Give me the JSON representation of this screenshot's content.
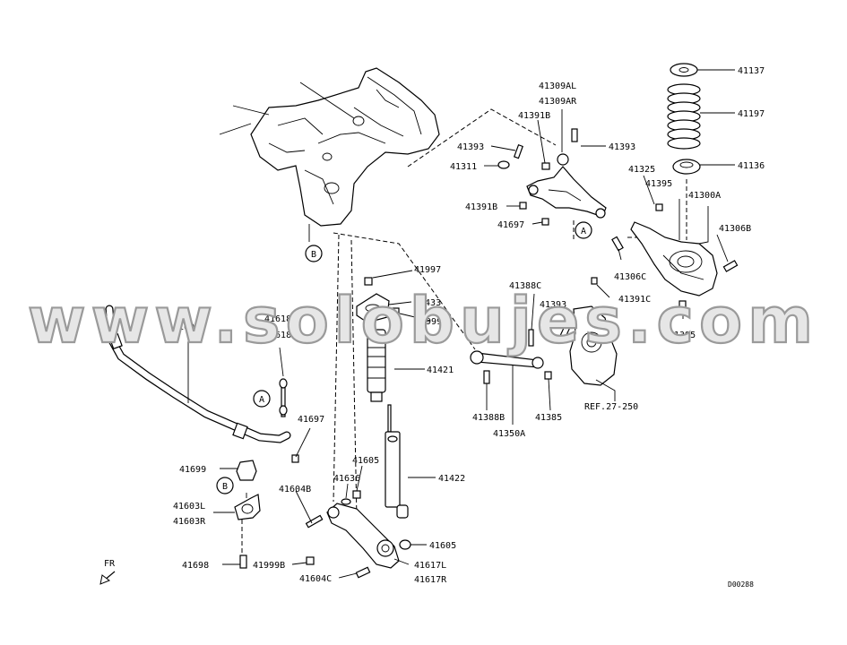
{
  "watermark": "www.solobujes.com",
  "diagram_code": "D00288",
  "front_marker": "FR",
  "markers": {
    "a": "A",
    "b": "B"
  },
  "reference": "REF.27-250",
  "parts": {
    "p41137": "41137",
    "p41197": "41197",
    "p41136": "41136",
    "p41309al": "41309AL",
    "p41309ar": "41309AR",
    "p41391b_top": "41391B",
    "p41393_left": "41393",
    "p41393_right": "41393",
    "p41311": "41311",
    "p41391b_mid": "41391B",
    "p41697_top": "41697",
    "p41325": "41325",
    "p41395_top": "41395",
    "p41300a": "41300A",
    "p41306b": "41306B",
    "p41306c": "41306C",
    "p41391c": "41391C",
    "p41395_bottom": "41395",
    "p41997": "41997",
    "p41433": "41433",
    "p41999c": "41999C",
    "p41388c": "41388C",
    "p41393_mid": "41393",
    "p41601": "41601",
    "p41618l": "41618L",
    "p41618r": "41618R",
    "p41421": "41421",
    "p41388b": "41388B",
    "p41385": "41385",
    "p41350a": "41350A",
    "p41697_bottom": "41697",
    "p41699": "41699",
    "p41605_top": "41605",
    "p41636": "41636",
    "p41422": "41422",
    "p41603l": "41603L",
    "p41603r": "41603R",
    "p41604b": "41604B",
    "p41605_bottom": "41605",
    "p41698": "41698",
    "p41999b": "41999B",
    "p41617l": "41617L",
    "p41604c": "41604C",
    "p41617r": "41617R"
  }
}
